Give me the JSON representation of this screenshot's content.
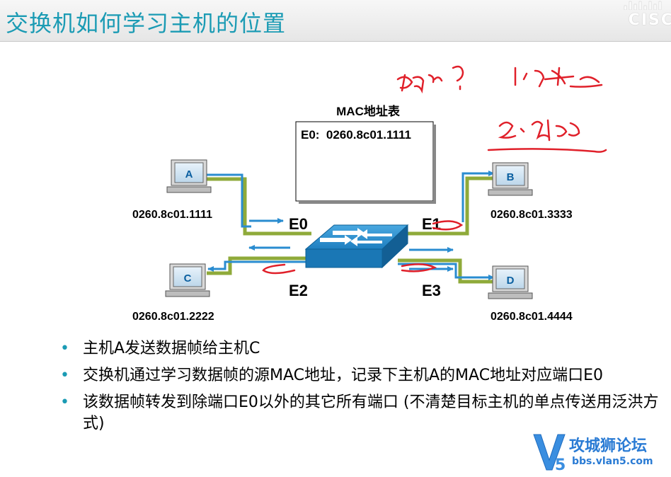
{
  "header": {
    "title": "交换机如何学习主机的位置",
    "logo_text": "CISC"
  },
  "mac_table": {
    "title": "MAC地址表",
    "entry": "E0:  0260.8c01.1111"
  },
  "hosts": [
    {
      "label": "A",
      "mac": "0260.8c01.1111"
    },
    {
      "label": "B",
      "mac": "0260.8c01.3333"
    },
    {
      "label": "C",
      "mac": "0260.8c01.2222"
    },
    {
      "label": "D",
      "mac": "0260.8c01.4444"
    }
  ],
  "ports": {
    "e0": "E0",
    "e1": "E1",
    "e2": "E2",
    "e3": "E3"
  },
  "bullets": [
    "主机A发送数据帧给主机C",
    "交换机通过学习数据帧的源MAC地址，记录下主机A的MAC地址对应端口E0",
    "该数据帧转发到除端口E0以外的其它所有端口 (不清楚目标主机的单点传送用泛洪方式)"
  ],
  "watermark": {
    "title": "攻城狮论坛",
    "url": "bbs.vlan5.com"
  },
  "colors": {
    "title": "#1b9bb4",
    "link_green": "#8faa3a",
    "link_blue": "#2a8cd0",
    "annotation_red": "#e0202a",
    "switch_blue": "#1f86c8"
  }
}
